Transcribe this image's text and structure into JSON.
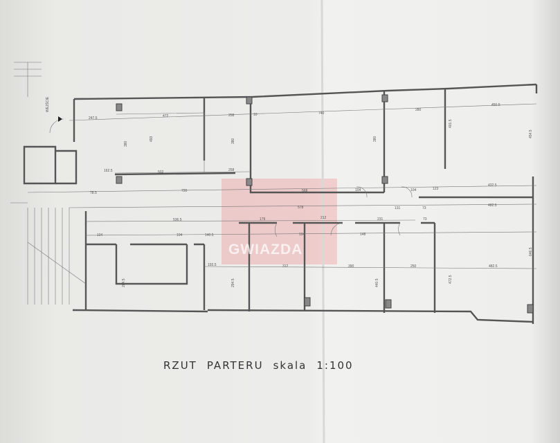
{
  "plan": {
    "title_parts": [
      "RZUT",
      "PARTERU",
      "skala",
      "1:100"
    ],
    "entrance_label": "WEJŚCIE",
    "watermark": "GWIAZDA",
    "dimensions": [
      "247.5",
      "472",
      "493",
      "380",
      "502",
      "258",
      "258",
      "380",
      "10",
      "740",
      "280",
      "450.5",
      "401.5",
      "380",
      "568",
      "720",
      "432.5",
      "482.5",
      "578",
      "536.5",
      "482.5",
      "390",
      "250",
      "312",
      "440.5",
      "472.5",
      "284.5",
      "294.5",
      "193.5",
      "140.5",
      "104",
      "104",
      "104",
      "104",
      "123",
      "73",
      "73",
      "231",
      "131",
      "212",
      "179",
      "104",
      "148",
      "162.5",
      "78.5",
      "454.5",
      "646.5"
    ]
  },
  "colors": {
    "paper": "#ececea",
    "ink": "#555555",
    "watermark": "#ee9696"
  }
}
